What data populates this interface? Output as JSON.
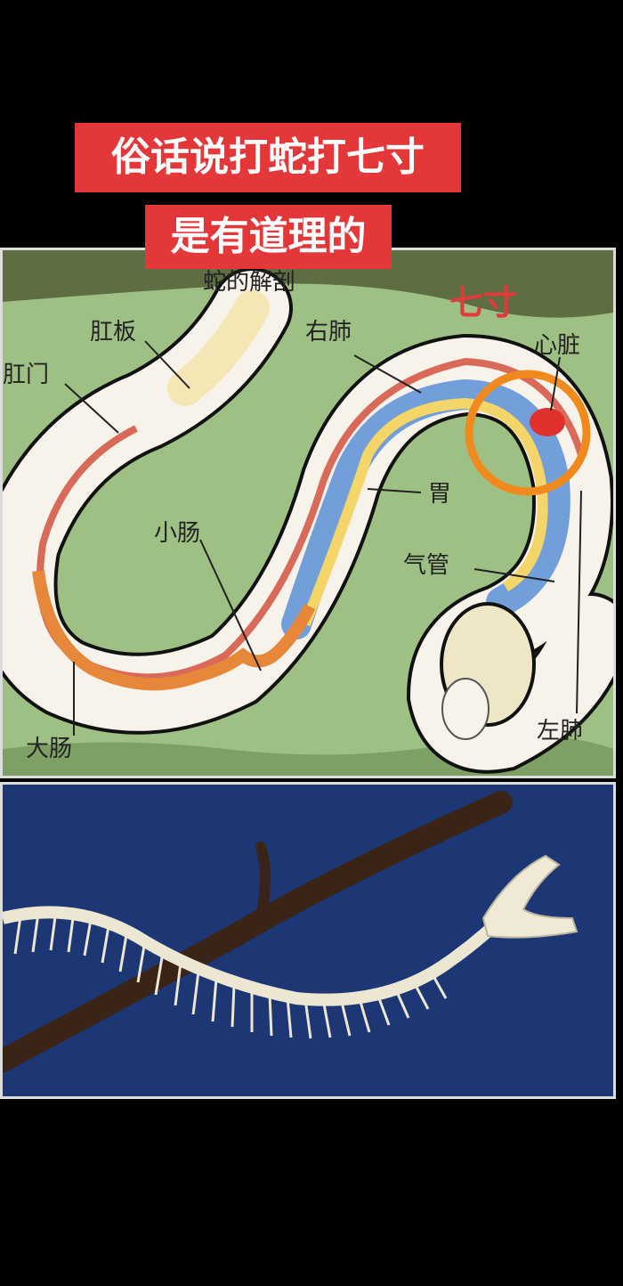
{
  "captions": {
    "line1": "俗话说打蛇打七寸",
    "line2": "是有道理的"
  },
  "diagram": {
    "title": "蛇的解剖",
    "highlight_label": "七寸",
    "labels": {
      "cloacal_plate": "肛板",
      "anus": "肛门",
      "right_lung": "右肺",
      "heart": "心脏",
      "stomach": "胃",
      "small_intestine": "小肠",
      "trachea": "气管",
      "large_intestine": "大肠",
      "left_lung": "左肺"
    },
    "colors": {
      "background": "#9fc084",
      "highlight_circle": "#f08a1f",
      "heart": "#e0312c",
      "caption_bg": "#e3373a"
    }
  },
  "photo": {
    "background": "#1d3775"
  }
}
